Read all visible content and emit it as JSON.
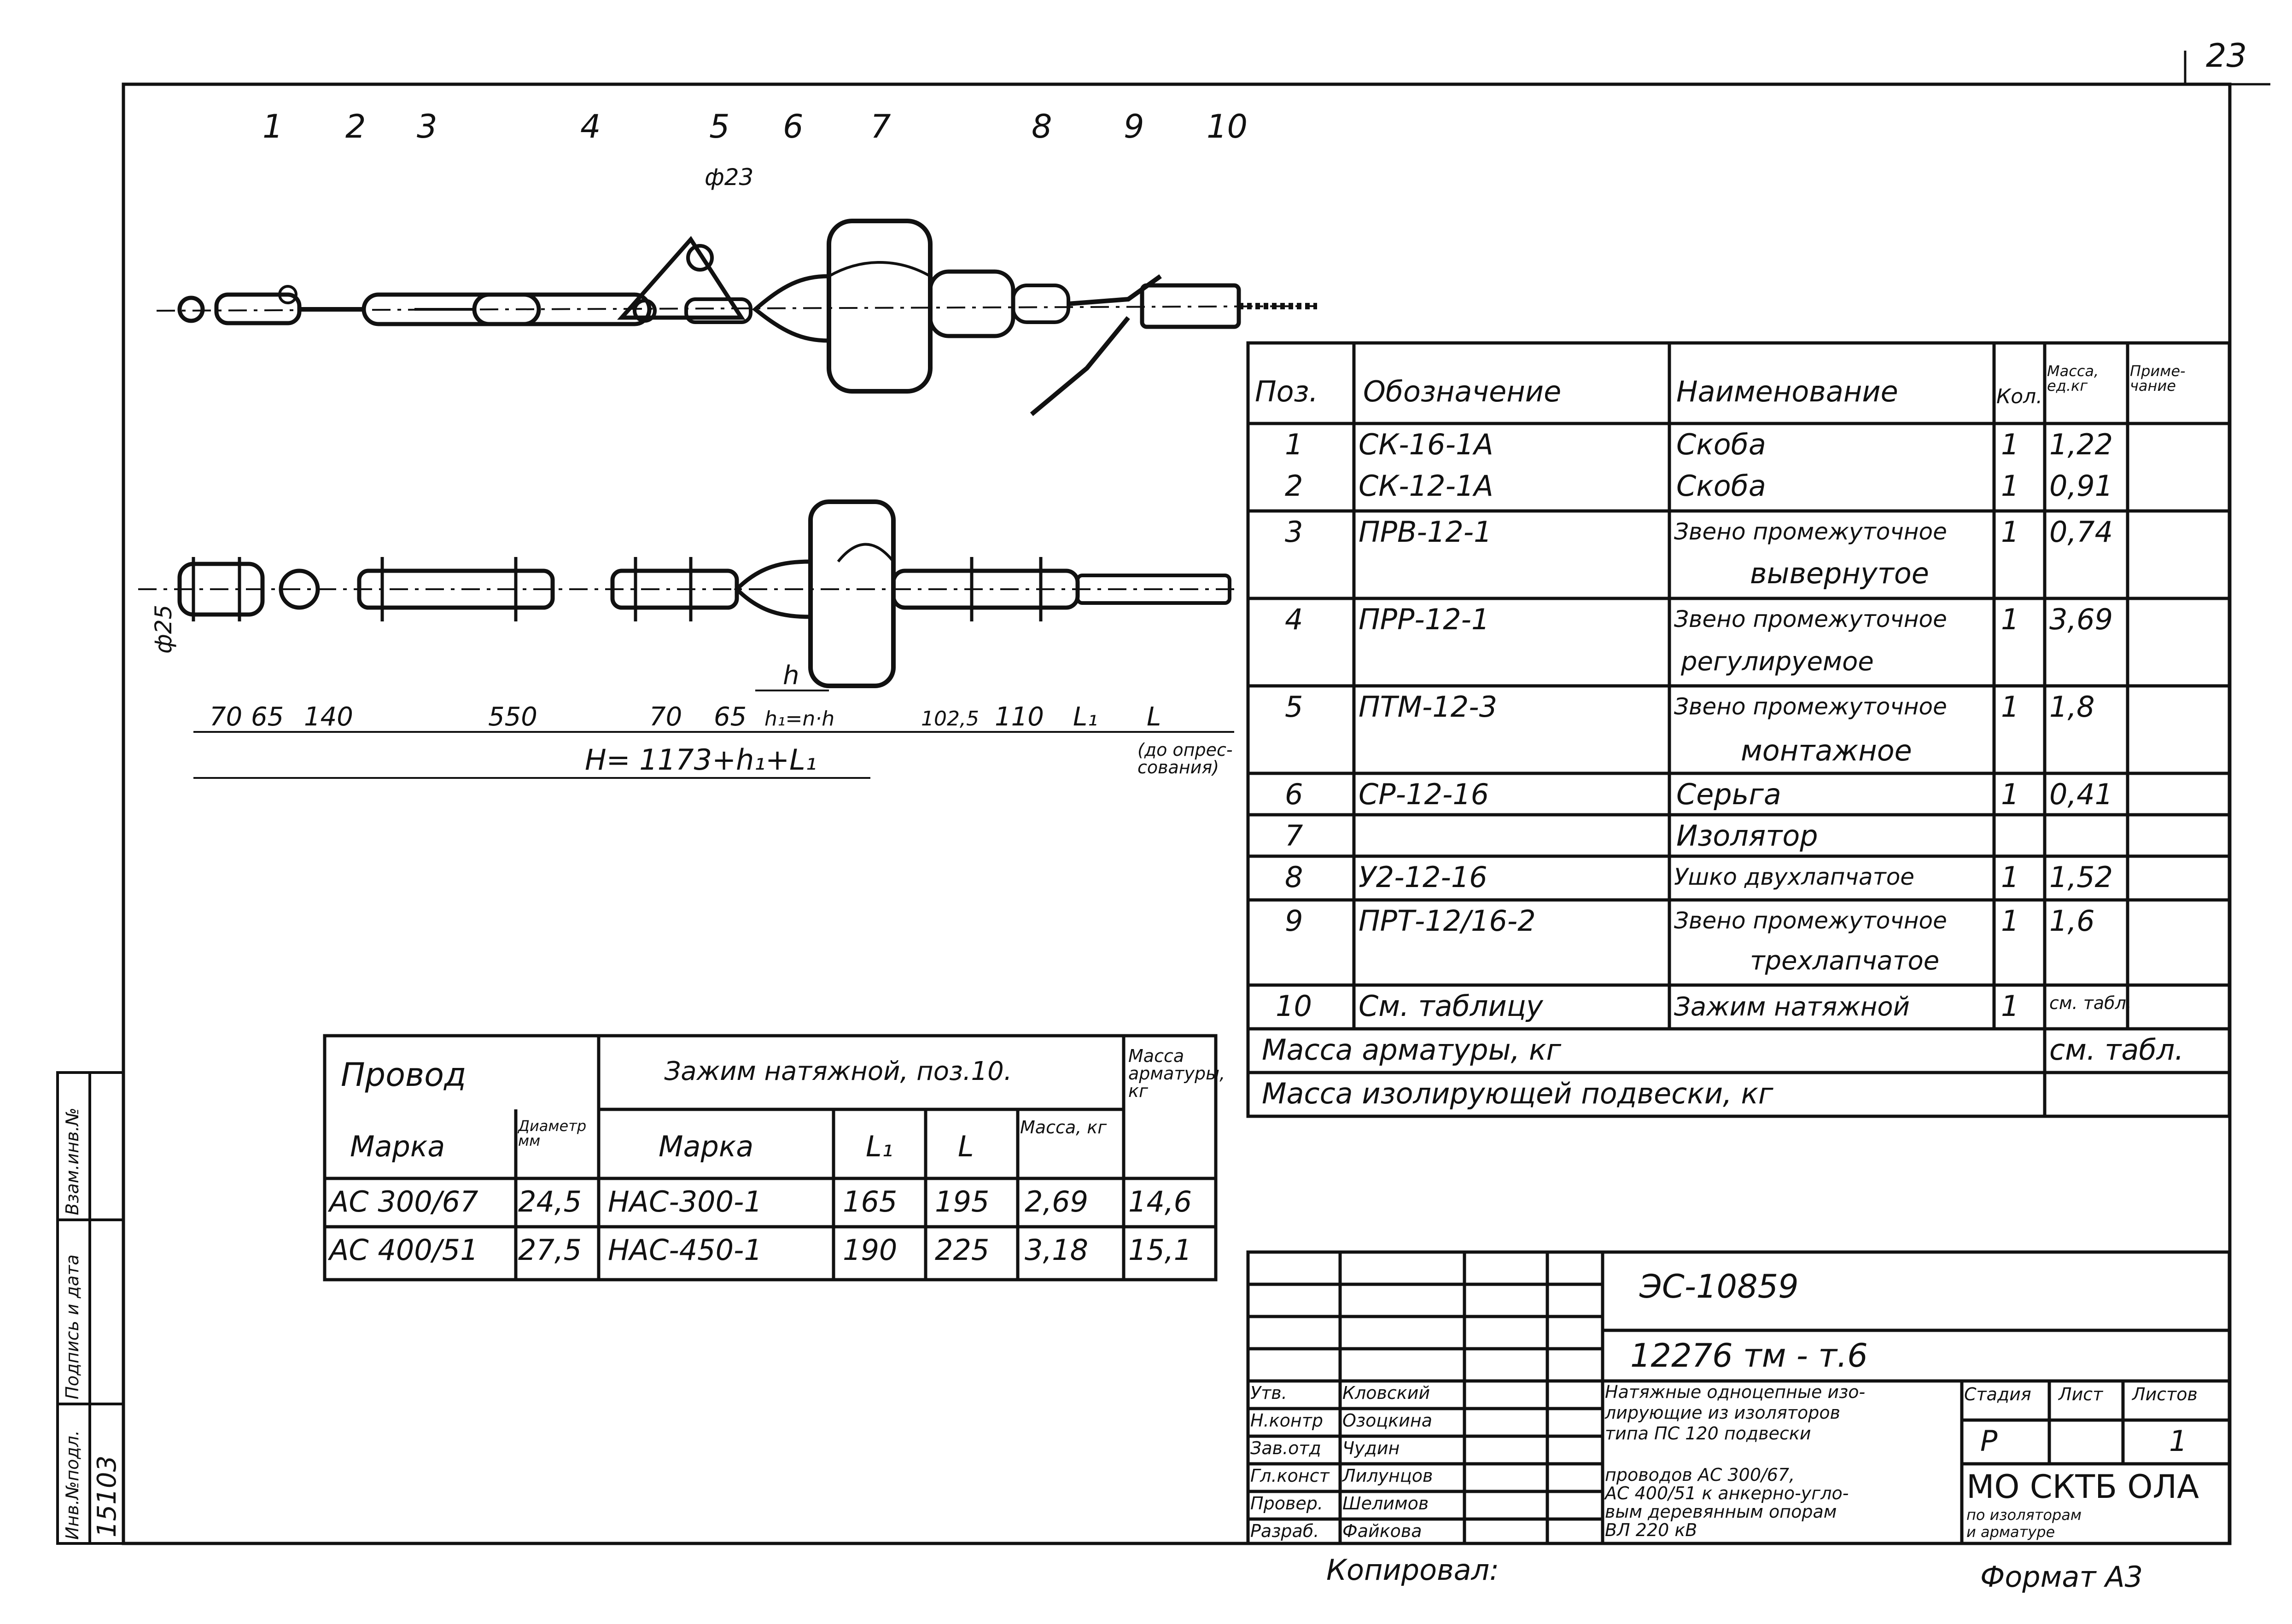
{
  "page_number": "23",
  "callouts": [
    "1",
    "2",
    "3",
    "4",
    "5",
    "6",
    "7",
    "8",
    "9",
    "10"
  ],
  "dim_phi": "ф23",
  "dim_phi25": "ф25",
  "dims": [
    "70",
    "65",
    "140",
    "550",
    "70",
    "65",
    "h₁=n·h",
    "102,5",
    "110",
    "L₁",
    "L"
  ],
  "dim_h": "h",
  "dim_H": "H= 1173+h₁+L₁",
  "dim_note": "(до опрес-\nсования)",
  "spec": {
    "headers": [
      "Поз.",
      "Обозначение",
      "Наименование",
      "Кол.",
      "Масса, ед.кг",
      "Приме-чание"
    ],
    "rows": [
      {
        "pos": "1",
        "code": "СК-16-1А",
        "name": "Скоба",
        "qty": "1",
        "mass": "1,22"
      },
      {
        "pos": "2",
        "code": "СК-12-1А",
        "name": "Скоба",
        "qty": "1",
        "mass": "0,91"
      },
      {
        "pos": "3",
        "code": "ПРВ-12-1",
        "name": "Звено промежуточное",
        "name2": "вывернутое",
        "qty": "1",
        "mass": "0,74"
      },
      {
        "pos": "4",
        "code": "ПРР-12-1",
        "name": "Звено промежуточное",
        "name2": "регулируемое",
        "qty": "1",
        "mass": "3,69"
      },
      {
        "pos": "5",
        "code": "ПТМ-12-3",
        "name": "Звено промежуточное",
        "name2": "монтажное",
        "qty": "1",
        "mass": "1,8"
      },
      {
        "pos": "6",
        "code": "СР-12-16",
        "name": "Серьга",
        "qty": "1",
        "mass": "0,41"
      },
      {
        "pos": "7",
        "code": "",
        "name": "Изолятор",
        "qty": "",
        "mass": ""
      },
      {
        "pos": "8",
        "code": "У2-12-16",
        "name": "Ушко двухлапчатое",
        "qty": "1",
        "mass": "1,52"
      },
      {
        "pos": "9",
        "code": "ПРТ-12/16-2",
        "name": "Звено промежуточное",
        "name2": "трехлапчатое",
        "qty": "1",
        "mass": "1,6"
      },
      {
        "pos": "10",
        "code": "См. таблицу",
        "name": "Зажим натяжной",
        "qty": "1",
        "mass": "см. табл."
      }
    ],
    "mass_fittings_label": "Масса арматуры, кг",
    "mass_fittings_value": "см. табл.",
    "mass_suspension_label": "Масса изолирующей подвески, кг"
  },
  "wire_table": {
    "h_wire": "Провод",
    "h_clamp": "Зажим натяжной, поз.10.",
    "h_mass": "Масса арматуры, кг",
    "h_brand": "Марка",
    "h_diam": "Диаметр мм",
    "h_brand2": "Марка",
    "h_L1": "L₁",
    "h_L": "L",
    "h_mass_kg": "Масса, кг",
    "rows": [
      {
        "wire": "АС 300/67",
        "diam": "24,5",
        "clamp": "НАС-300-1",
        "L1": "165",
        "L": "195",
        "mass": "2,69",
        "total": "14,6"
      },
      {
        "wire": "АС 400/51",
        "diam": "27,5",
        "clamp": "НАС-450-1",
        "L1": "190",
        "L": "225",
        "mass": "3,18",
        "total": "15,1"
      }
    ]
  },
  "title_block": {
    "code1": "ЭС-10859",
    "code2": "12276 тм - т.6",
    "roles": [
      {
        "role": "Утв.",
        "name": "Кловский"
      },
      {
        "role": "Н.контр",
        "name": "Озоцкина"
      },
      {
        "role": "Зав.отд",
        "name": "Чудин"
      },
      {
        "role": "Гл.конст",
        "name": "Лилунцов"
      },
      {
        "role": "Провер.",
        "name": "Шелимов"
      },
      {
        "role": "Разраб.",
        "name": "Файкова"
      }
    ],
    "title_lines": [
      "Натяжные одноцепные изо-",
      "лирующие из изоляторов",
      "типа ПС 120 подвески",
      "проводов АС 300/67,",
      "АС 400/51 к анкерно-угло-",
      "вым деревянным опорам",
      "ВЛ 220 кВ"
    ],
    "stage_label": "Стадия",
    "sheet_label": "Лист",
    "sheets_label": "Листов",
    "stage": "Р",
    "sheets": "1",
    "org_line1": "МО СКТБ ОЛА",
    "org_line2": "по изоляторам",
    "org_line3": "и арматуре",
    "copied": "Копировал:",
    "format": "Формат А3"
  },
  "side_stamp": {
    "labels": [
      "Инв.№подл.",
      "Подпись и дата",
      "Взам.инв.№"
    ],
    "inv": "15103"
  }
}
